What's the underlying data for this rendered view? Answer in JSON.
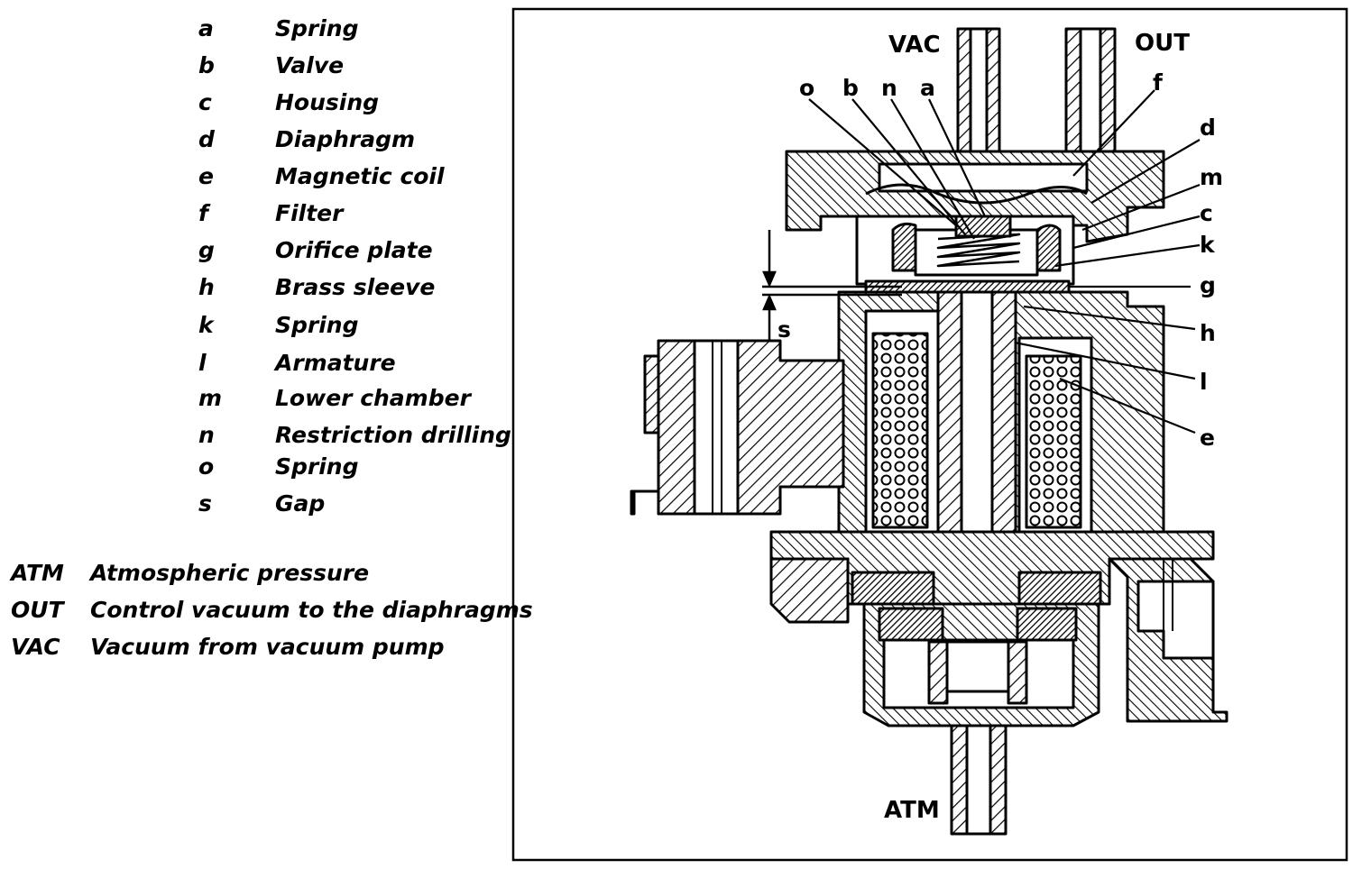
{
  "legend": [
    {
      "key": "a",
      "label": "Spring"
    },
    {
      "key": "b",
      "label": "Valve"
    },
    {
      "key": "c",
      "label": "Housing"
    },
    {
      "key": "d",
      "label": "Diaphragm"
    },
    {
      "key": "e",
      "label": "Magnetic coil"
    },
    {
      "key": "f",
      "label": "Filter"
    },
    {
      "key": "g",
      "label": "Orifice plate"
    },
    {
      "key": "h",
      "label": "Brass sleeve"
    },
    {
      "key": "k",
      "label": "Spring"
    },
    {
      "key": "l",
      "label": "Armature"
    },
    {
      "key": "m",
      "label": "Lower chamber"
    },
    {
      "key": "n",
      "label": "Restriction drilling"
    },
    {
      "key": "o",
      "label": "Spring"
    },
    {
      "key": "s",
      "label": "Gap"
    }
  ],
  "legend_ports": [
    {
      "key": "ATM",
      "label": "Atmospheric pressure"
    },
    {
      "key": "OUT",
      "label": "Control vacuum to the diaphragms"
    },
    {
      "key": "VAC",
      "label": "Vacuum from vacuum pump"
    }
  ],
  "diagram": {
    "port_vac": "VAC",
    "port_out": "OUT",
    "port_atm": "ATM",
    "top_labels": [
      "o",
      "b",
      "n",
      "a",
      "f"
    ],
    "right_labels": [
      "d",
      "m",
      "c",
      "k",
      "g",
      "h",
      "l",
      "e"
    ],
    "gap_label": "s"
  }
}
